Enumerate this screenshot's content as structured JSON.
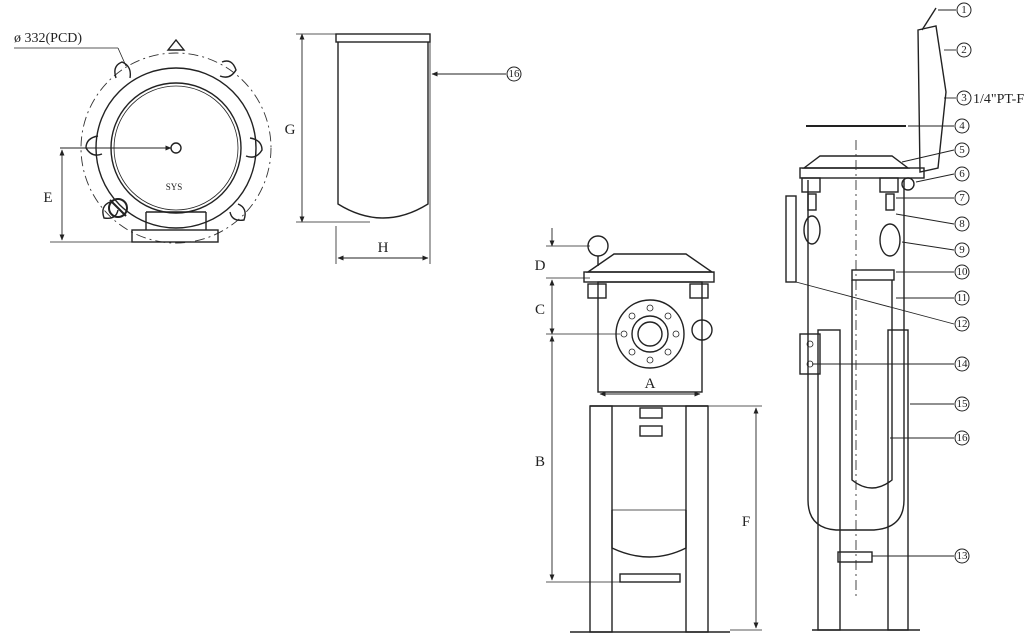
{
  "labels": {
    "pcd": "ø 332(PCD)",
    "sys": "SYS",
    "thread": "1/4\"PT-F"
  },
  "dimensions": {
    "A": "A",
    "B": "B",
    "C": "C",
    "D": "D",
    "E": "E",
    "F": "F",
    "G": "G",
    "H": "H"
  },
  "callouts": [
    "1",
    "2",
    "3",
    "4",
    "5",
    "6",
    "7",
    "8",
    "9",
    "10",
    "11",
    "12",
    "13",
    "14",
    "15",
    "16"
  ]
}
